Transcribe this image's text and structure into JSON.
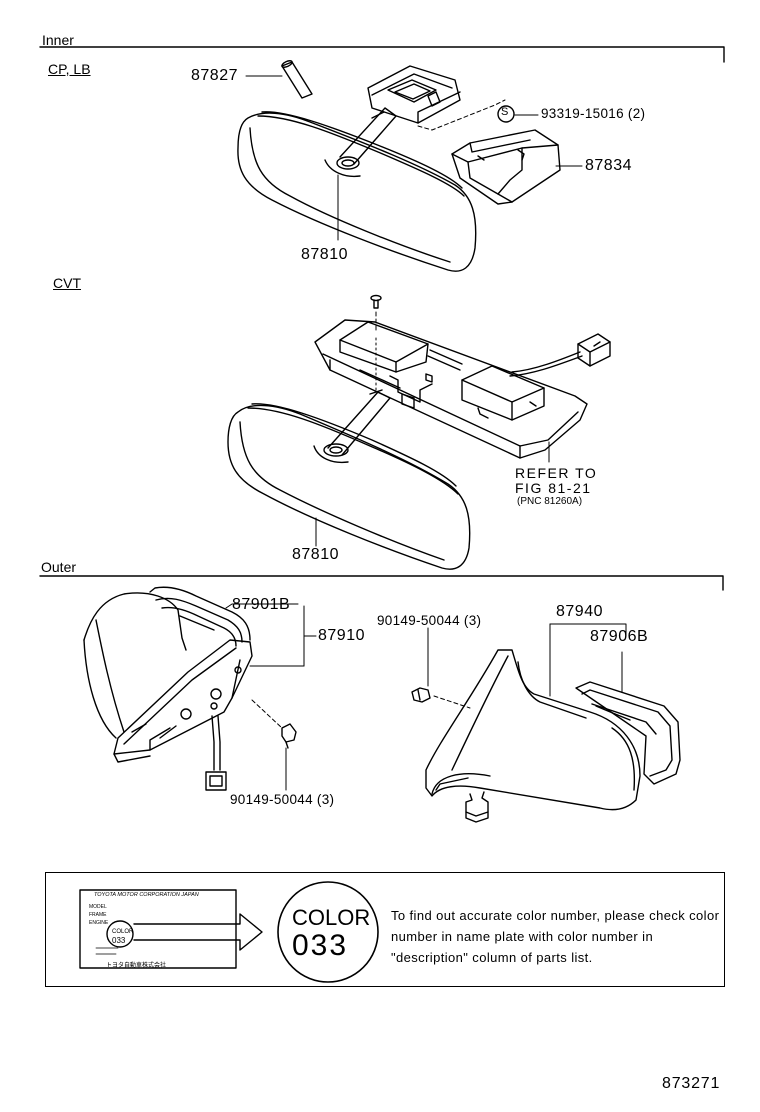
{
  "sections": {
    "inner": "Inner",
    "cp_lb": "CP, LB",
    "cvt": "CVT",
    "outer": "Outer"
  },
  "parts": {
    "p87827": "87827",
    "p93319": "93319-15016 (2)",
    "p87834": "87834",
    "p87810_a": "87810",
    "p87810_b": "87810",
    "refer_line1": "REFER TO",
    "refer_line2": "FIG 81-21",
    "refer_pnc": "(PNC 81260A)",
    "p87901b": "87901B",
    "p87910": "87910",
    "p90149_top": "90149-50044 (3)",
    "p90149_bottom": "90149-50044 (3)",
    "p87940": "87940",
    "p87906b": "87906B"
  },
  "callout_symbol": "S",
  "nameplate": {
    "header": "TOYOTA MOTOR CORPORATION JAPAN",
    "model": "MODEL",
    "frame": "FRAME",
    "engine": "ENGINE",
    "color_label": "COLOR",
    "color_code": "033",
    "footer": "トヨタ自動車株式会社"
  },
  "color_badge": {
    "label": "COLOR",
    "code": "033"
  },
  "note": "To find out accurate color number, please check color number in name plate with color number in \"description\" column of parts list.",
  "figure_number": "873271"
}
